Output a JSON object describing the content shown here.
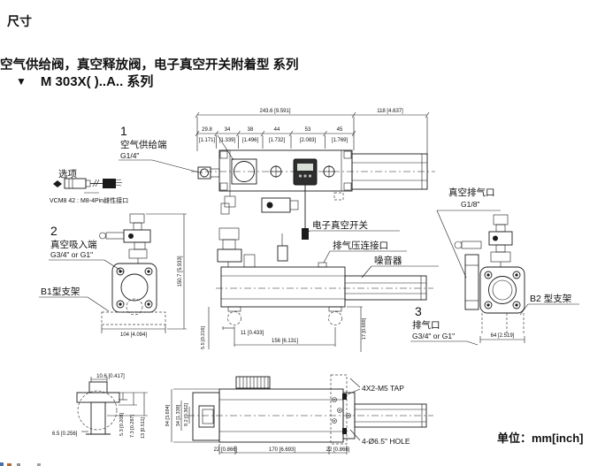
{
  "page": {
    "section_title": "尺寸",
    "series_line": "空气供给阀，真空释放阀，电子真空开关附着型 系列",
    "model_marker": "▼",
    "model_line": "M 303X( )..A.. 系列",
    "unit_label": "单位：mm[inch]"
  },
  "callouts": {
    "air_supply_num": "1",
    "air_supply": "空气供给端",
    "air_supply_port": "G1/4\"",
    "option_title": "选项",
    "option_desc": "VCM8 42 : M8-4Pin雌性接口",
    "vacuum_inlet_num": "2",
    "vacuum_inlet": "真空吸入端",
    "vacuum_inlet_port": "G3/4\" or G1\"",
    "bracket_b1": "B1型支架",
    "bracket_b2": "B2 型支架",
    "vacuum_exhaust": "真空排气口",
    "vacuum_exhaust_port": "G1/8\"",
    "vacuum_switch": "电子真空开关",
    "exhaust_pressure_port": "排气压连接口",
    "silencer": "噪音器",
    "exhaust_num": "3",
    "exhaust": "排气口",
    "exhaust_port": "G3/4\" or G1\"",
    "tap_note": "4X2-M5 TAP",
    "hole_note": "4-Ø6.5\" HOLE"
  },
  "dims": {
    "top_overall": "243.6 [9.591]",
    "top_muffler": "118 [4.637]",
    "top_segments": [
      {
        "mm": "29.8",
        "in": "[1.171]"
      },
      {
        "mm": "34",
        "in": "[1.339]"
      },
      {
        "mm": "38",
        "in": "[1.496]"
      },
      {
        "mm": "44",
        "in": "[1.732]"
      },
      {
        "mm": "53",
        "in": "[2.083]"
      },
      {
        "mm": "45",
        "in": "[1.769]"
      }
    ],
    "b1_width": "104 [4.094]",
    "b1_height": "150.7 [5.933]",
    "side_offset": "11 [0.433]",
    "side_span": "156 [6.131]",
    "side_left": "5.5 [0.216]",
    "side_right": "17 [0.669]",
    "b2_width": "64 [2.519]",
    "detail_top": "10.6 [0.417]",
    "detail_left": "6.5 [0.256]",
    "detail_s1": "5.3 [0.208]",
    "detail_s2": "7.3 [0.287]",
    "detail_s3": "13 [0.511]",
    "bottom_height": "94 [3.694]",
    "bottom_inner_a": "34 [1.339]",
    "bottom_inner_b": "9.2 [0.362]",
    "bottom_seg_left": "22 [0.866]",
    "bottom_seg_main": "170 [6.693]",
    "bottom_seg_right": "22 [0.866]"
  }
}
